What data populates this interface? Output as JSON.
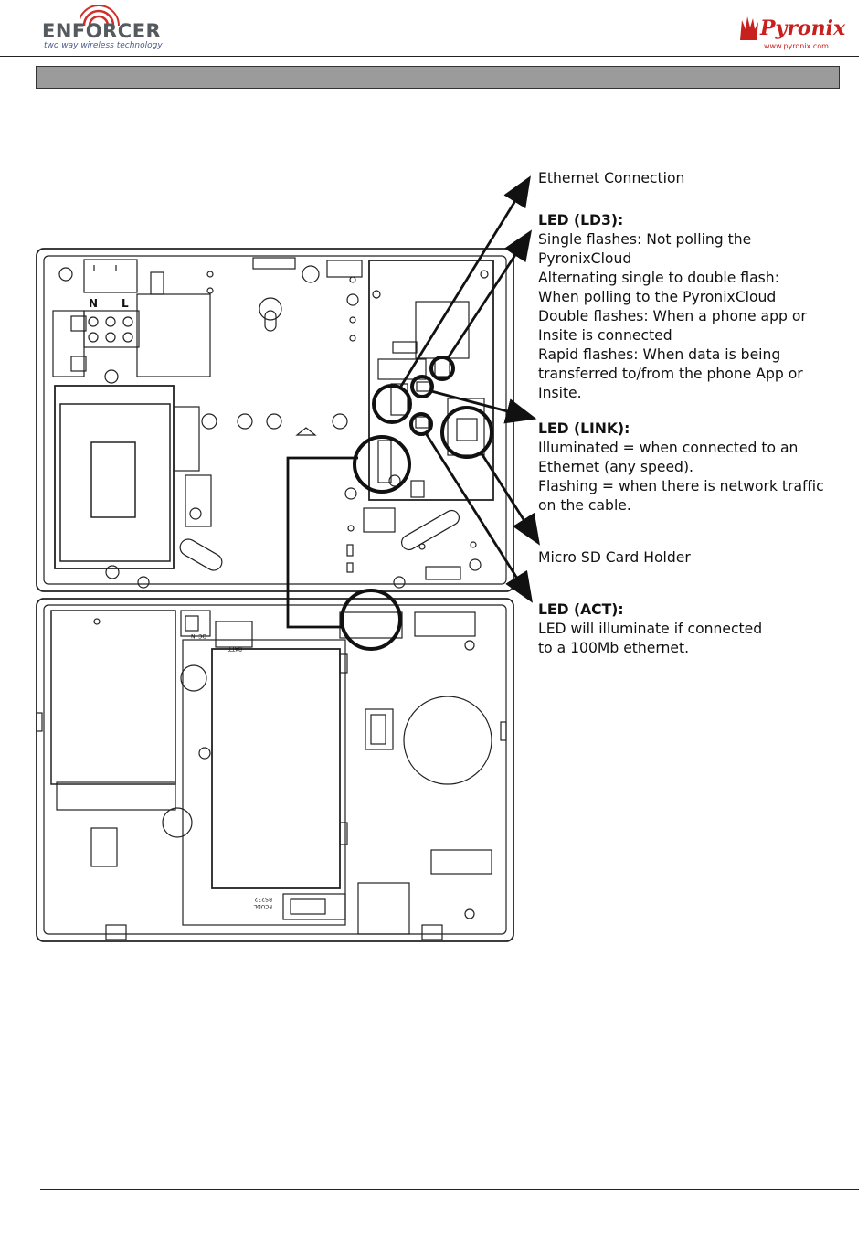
{
  "header": {
    "left_logo_text": "ENFORCER",
    "left_logo_tagline": "two way wireless technology",
    "right_logo_text": "Pyronix",
    "right_logo_url": "www.pyronix.com"
  },
  "board_labels": {
    "neutral": "N",
    "live": "L",
    "dc_in": "DC IN",
    "batt": "BATT",
    "rs232": "RS232",
    "pcudl": "PCUDL"
  },
  "annotations": {
    "ethernet": {
      "title": "Ethernet Connection"
    },
    "ld3": {
      "title": "LED (LD3):",
      "lines": [
        "Single flashes: Not polling the",
        "PyronixCloud",
        "Alternating single to double flash:",
        "When polling to the PyronixCloud",
        "Double flashes: When a phone app or",
        "Insite is connected",
        "Rapid flashes: When data is being",
        "transferred to/from the phone App or",
        "Insite."
      ]
    },
    "link": {
      "title": "LED (LINK):",
      "lines": [
        "Illuminated = when connected to an",
        "Ethernet (any speed).",
        "Flashing = when there is network traffic",
        "on the cable."
      ]
    },
    "sd": {
      "title": "Micro SD Card Holder"
    },
    "act": {
      "title": "LED (ACT):",
      "lines": [
        "LED will illuminate if connected",
        "to a 100Mb ethernet."
      ]
    }
  },
  "colors": {
    "section_bar": "#9b9b9b",
    "line": "#111111",
    "pyronix_red": "#c8201e",
    "enforcer_grey": "#555a5e"
  }
}
